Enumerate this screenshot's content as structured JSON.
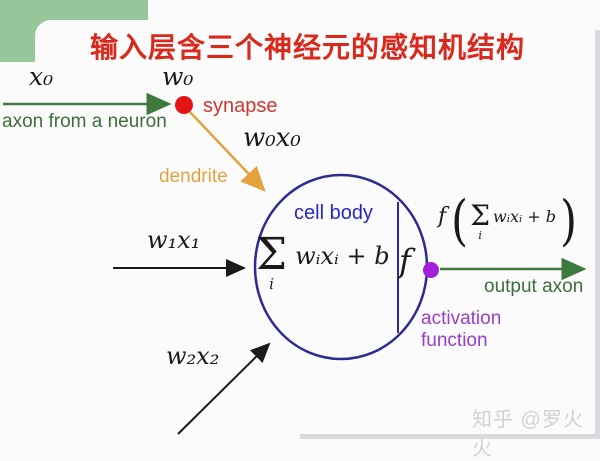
{
  "title": "输入层含三个神经元的感知机结构",
  "labels": {
    "x0": "x₀",
    "w0": "w₀",
    "w0x0": "w₀x₀",
    "w1x1": "w₁x₁",
    "w2x2": "w₂x₂",
    "axon_from_neuron": "axon from a neuron",
    "synapse": "synapse",
    "dendrite": "dendrite",
    "cell_body": "cell body",
    "sum_sigma": "Σ",
    "sum_sigma_sub": "i",
    "sum_expr": "wᵢxᵢ + b",
    "f_inner": "f",
    "out_f": "f",
    "out_paren_left": "(",
    "out_paren_right": ")",
    "out_sigma": "Σ",
    "out_sigma_sub": "i",
    "out_expr": "wᵢxᵢ + b",
    "output_axon": "output axon",
    "activation_line1": "activation",
    "activation_line2": "function"
  },
  "watermark": "知乎 @罗火火",
  "colors": {
    "deco_green": "#98c69b",
    "title_red": "#d9281c",
    "axon_green": "#3b6e3b",
    "arrow_green": "#3e7a3e",
    "synapse_red": "#d5342c",
    "dot_red": "#e51414",
    "dendrite_orange": "#e2a33e",
    "circle_navy": "#2b2b90",
    "cellbody_blue": "#2727ca",
    "activation_purple": "#9b3ec5",
    "dot_purple": "#a320d8",
    "math_black": "#1a1a1a",
    "watermark_gray": "#d3d0d4",
    "edge_gray": "#dcdade"
  }
}
